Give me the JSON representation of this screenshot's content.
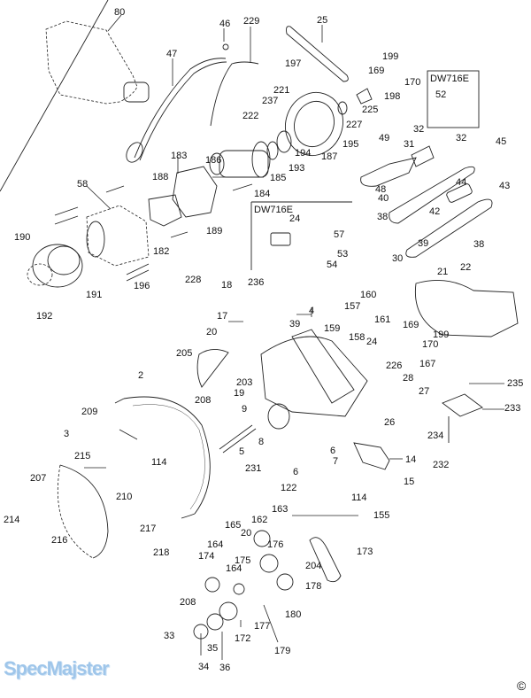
{
  "diagram": {
    "title": "Miter saw exploded parts diagram",
    "labels": [
      {
        "id": "80",
        "text": "80"
      },
      {
        "id": "46",
        "text": "46"
      },
      {
        "id": "229",
        "text": "229"
      },
      {
        "id": "47",
        "text": "47"
      },
      {
        "id": "25",
        "text": "25"
      },
      {
        "id": "197",
        "text": "197"
      },
      {
        "id": "221",
        "text": "221"
      },
      {
        "id": "237",
        "text": "237"
      },
      {
        "id": "222",
        "text": "222"
      },
      {
        "id": "199a",
        "text": "199"
      },
      {
        "id": "169a",
        "text": "169"
      },
      {
        "id": "170a",
        "text": "170"
      },
      {
        "id": "198",
        "text": "198"
      },
      {
        "id": "225",
        "text": "225"
      },
      {
        "id": "227",
        "text": "227"
      },
      {
        "id": "195",
        "text": "195"
      },
      {
        "id": "194",
        "text": "194"
      },
      {
        "id": "187",
        "text": "187"
      },
      {
        "id": "193",
        "text": "193"
      },
      {
        "id": "185",
        "text": "185"
      },
      {
        "id": "184",
        "text": "184"
      },
      {
        "id": "183",
        "text": "183"
      },
      {
        "id": "186",
        "text": "186"
      },
      {
        "id": "188",
        "text": "188"
      },
      {
        "id": "58",
        "text": "58"
      },
      {
        "id": "189",
        "text": "189"
      },
      {
        "id": "182",
        "text": "182"
      },
      {
        "id": "190",
        "text": "190"
      },
      {
        "id": "191",
        "text": "191"
      },
      {
        "id": "192",
        "text": "192"
      },
      {
        "id": "196",
        "text": "196"
      },
      {
        "id": "228",
        "text": "228"
      },
      {
        "id": "18",
        "text": "18"
      },
      {
        "id": "17",
        "text": "17"
      },
      {
        "id": "20a",
        "text": "20"
      },
      {
        "id": "236",
        "text": "236"
      },
      {
        "id": "24a",
        "text": "24"
      },
      {
        "id": "57",
        "text": "57"
      },
      {
        "id": "53",
        "text": "53"
      },
      {
        "id": "54",
        "text": "54"
      },
      {
        "id": "49",
        "text": "49"
      },
      {
        "id": "31",
        "text": "31"
      },
      {
        "id": "32a",
        "text": "32"
      },
      {
        "id": "32b",
        "text": "32"
      },
      {
        "id": "45",
        "text": "45"
      },
      {
        "id": "48",
        "text": "48"
      },
      {
        "id": "40",
        "text": "40"
      },
      {
        "id": "44",
        "text": "44"
      },
      {
        "id": "43",
        "text": "43"
      },
      {
        "id": "42",
        "text": "42"
      },
      {
        "id": "38a",
        "text": "38"
      },
      {
        "id": "38b",
        "text": "38"
      },
      {
        "id": "39a",
        "text": "39"
      },
      {
        "id": "30",
        "text": "30"
      },
      {
        "id": "21",
        "text": "21"
      },
      {
        "id": "22",
        "text": "22"
      },
      {
        "id": "160",
        "text": "160"
      },
      {
        "id": "157",
        "text": "157"
      },
      {
        "id": "161",
        "text": "161"
      },
      {
        "id": "159",
        "text": "159"
      },
      {
        "id": "158",
        "text": "158"
      },
      {
        "id": "4",
        "text": "4"
      },
      {
        "id": "39b",
        "text": "39"
      },
      {
        "id": "169b",
        "text": "169"
      },
      {
        "id": "199b",
        "text": "199"
      },
      {
        "id": "170b",
        "text": "170"
      },
      {
        "id": "24b",
        "text": "24"
      },
      {
        "id": "167",
        "text": "167"
      },
      {
        "id": "226",
        "text": "226"
      },
      {
        "id": "28",
        "text": "28"
      },
      {
        "id": "27",
        "text": "27"
      },
      {
        "id": "26",
        "text": "26"
      },
      {
        "id": "235",
        "text": "235"
      },
      {
        "id": "233",
        "text": "233"
      },
      {
        "id": "234",
        "text": "234"
      },
      {
        "id": "232",
        "text": "232"
      },
      {
        "id": "205",
        "text": "205"
      },
      {
        "id": "2",
        "text": "2"
      },
      {
        "id": "208a",
        "text": "208"
      },
      {
        "id": "203",
        "text": "203"
      },
      {
        "id": "19",
        "text": "19"
      },
      {
        "id": "9",
        "text": "9"
      },
      {
        "id": "8",
        "text": "8"
      },
      {
        "id": "5",
        "text": "5"
      },
      {
        "id": "6a",
        "text": "6"
      },
      {
        "id": "6b",
        "text": "6"
      },
      {
        "id": "7",
        "text": "7"
      },
      {
        "id": "14",
        "text": "14"
      },
      {
        "id": "15",
        "text": "15"
      },
      {
        "id": "209",
        "text": "209"
      },
      {
        "id": "3",
        "text": "3"
      },
      {
        "id": "215",
        "text": "215"
      },
      {
        "id": "114a",
        "text": "114"
      },
      {
        "id": "210",
        "text": "210"
      },
      {
        "id": "207",
        "text": "207"
      },
      {
        "id": "214",
        "text": "214"
      },
      {
        "id": "216",
        "text": "216"
      },
      {
        "id": "231",
        "text": "231"
      },
      {
        "id": "122",
        "text": "122"
      },
      {
        "id": "114b",
        "text": "114"
      },
      {
        "id": "155",
        "text": "155"
      },
      {
        "id": "217",
        "text": "217"
      },
      {
        "id": "218",
        "text": "218"
      },
      {
        "id": "163",
        "text": "163"
      },
      {
        "id": "162",
        "text": "162"
      },
      {
        "id": "165",
        "text": "165"
      },
      {
        "id": "20b",
        "text": "20"
      },
      {
        "id": "164a",
        "text": "164"
      },
      {
        "id": "174",
        "text": "174"
      },
      {
        "id": "175",
        "text": "175"
      },
      {
        "id": "164b",
        "text": "164"
      },
      {
        "id": "176",
        "text": "176"
      },
      {
        "id": "204",
        "text": "204"
      },
      {
        "id": "173",
        "text": "173"
      },
      {
        "id": "178",
        "text": "178"
      },
      {
        "id": "208b",
        "text": "208"
      },
      {
        "id": "180",
        "text": "180"
      },
      {
        "id": "177",
        "text": "177"
      },
      {
        "id": "172",
        "text": "172"
      },
      {
        "id": "179",
        "text": "179"
      },
      {
        "id": "33",
        "text": "33"
      },
      {
        "id": "35",
        "text": "35"
      },
      {
        "id": "34",
        "text": "34"
      },
      {
        "id": "36",
        "text": "36"
      }
    ],
    "inset_boxes": [
      {
        "title": "DW716E",
        "labels": [
          "52"
        ]
      },
      {
        "title": "DW716E",
        "labels": [
          "24",
          "57",
          "53",
          "54"
        ]
      }
    ],
    "watermark": "SpecMajster",
    "copyright": "©"
  }
}
